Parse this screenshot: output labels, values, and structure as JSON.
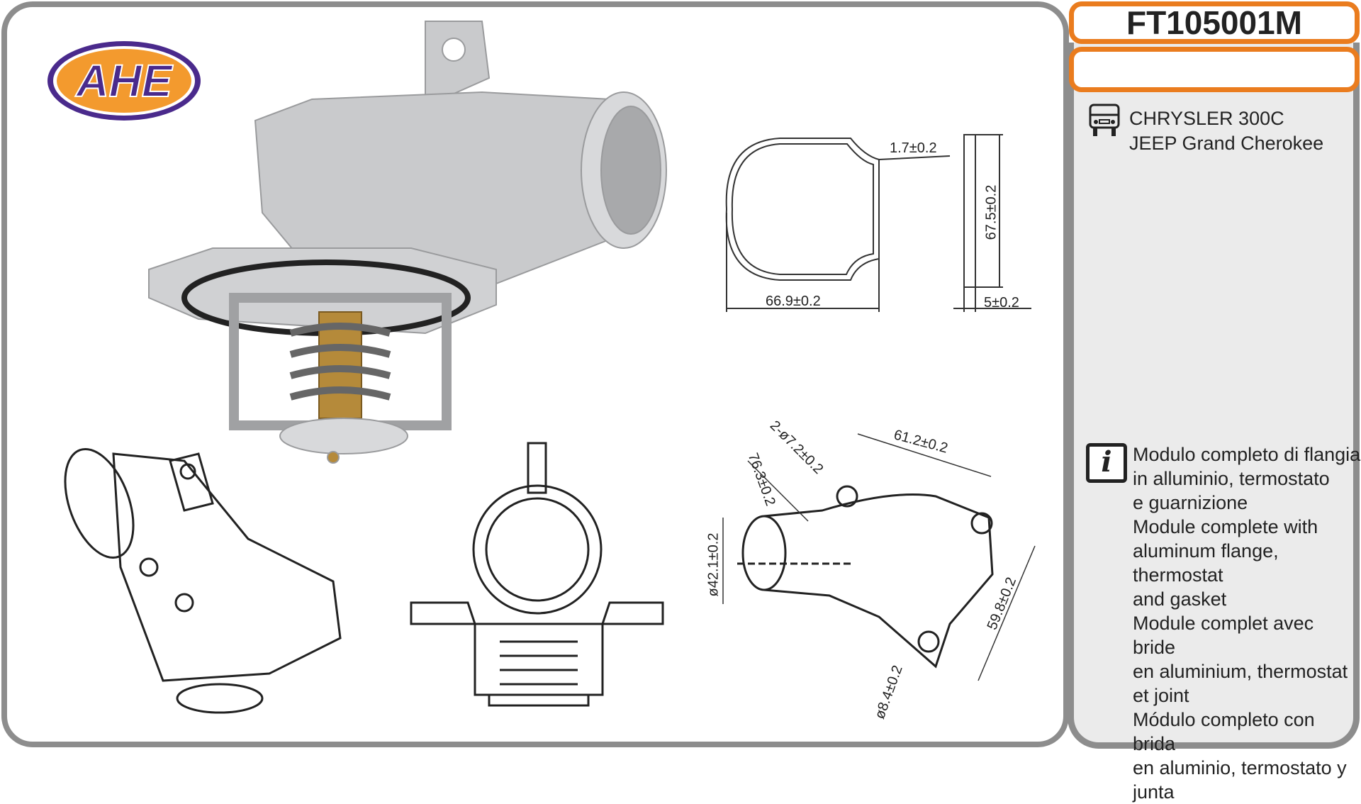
{
  "brand": {
    "logo_text": "AHE",
    "colors": {
      "purple": "#4a2a8c",
      "orange": "#f39a2e"
    }
  },
  "header": {
    "part_number": "FT105001M",
    "subtitle": ""
  },
  "vehicles": {
    "icon": "car-front-icon",
    "lines": [
      "CHRYSLER 300C",
      "JEEP Grand Cherokee"
    ]
  },
  "description": {
    "icon": "info-icon",
    "icon_glyph": "i",
    "text": "Modulo completo di flangia\nin alluminio, termostato\ne guarnizione\nModule complete with\naluminum flange, thermostat\nand gasket\nModule complet avec bride\nen aluminium, thermostat\net joint\nMódulo completo con brida\nen aluminio, termostato y\njunta"
  },
  "dimensions": {
    "gasket_thickness_wire": "1.7±0.2",
    "gasket_height": "67.5±0.2",
    "gasket_width": "66.9±0.2",
    "gasket_thickness": "5±0.2",
    "holes": "2-ø7.2±0.2",
    "hole_spacing": "61.2±0.2",
    "outlet_length": "76.3±0.2",
    "outlet_diameter": "ø42.1±0.2",
    "flange_height": "59.8±0.2",
    "hole_diameter": "ø8.4±0.2"
  },
  "accent_color": "#ea7c1e"
}
